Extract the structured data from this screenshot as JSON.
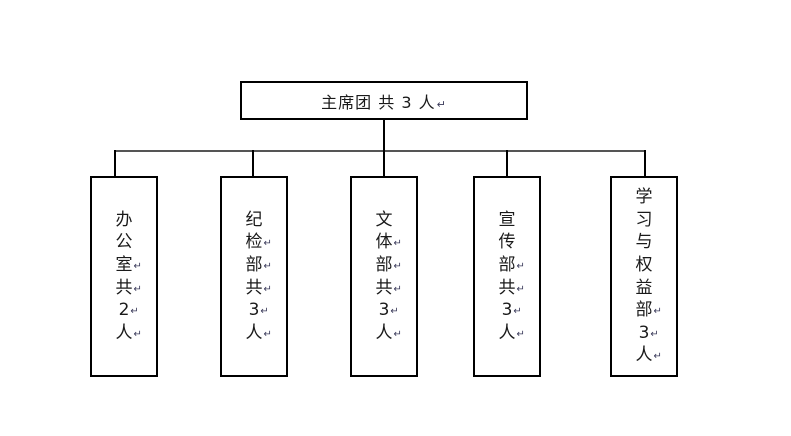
{
  "diagram": {
    "title_text": "主席团 共 3 人",
    "return_mark": "↵",
    "root": {
      "label": "主席团 共 3 人",
      "has_return_mark": true
    },
    "departments": [
      {
        "name": "办公室",
        "headcount_text": "共2人",
        "full_label": "办公室共2人",
        "chars": [
          "办",
          "公",
          "室",
          "共",
          "2",
          "人"
        ],
        "return_after": [
          false,
          false,
          true,
          true,
          true,
          true
        ]
      },
      {
        "name": "纪检部",
        "headcount_text": "共3人",
        "full_label": "纪检部共3人",
        "chars": [
          "纪",
          "检",
          "部",
          "共",
          "3",
          "人"
        ],
        "return_after": [
          false,
          true,
          true,
          true,
          true,
          true
        ]
      },
      {
        "name": "文体部",
        "headcount_text": "共3人",
        "full_label": "文体部共3人",
        "chars": [
          "文",
          "体",
          "部",
          "共",
          "3",
          "人"
        ],
        "return_after": [
          false,
          true,
          true,
          true,
          true,
          true
        ]
      },
      {
        "name": "宣传部",
        "headcount_text": "共3人",
        "full_label": "宣传部共3人",
        "chars": [
          "宣",
          "传",
          "部",
          "共",
          "3",
          "人"
        ],
        "return_after": [
          false,
          false,
          true,
          true,
          true,
          true
        ]
      },
      {
        "name": "学习与权益部",
        "headcount_text": "3人",
        "full_label": "学习与权益部3人",
        "chars": [
          "学",
          "习",
          "与",
          "权",
          "益",
          "部",
          "3",
          "人"
        ],
        "return_after": [
          false,
          false,
          false,
          false,
          false,
          true,
          true,
          true
        ]
      }
    ],
    "colors": {
      "background": "#ffffff",
      "box_border": "#000000",
      "text": "#1a1a1a",
      "connector": "#000000",
      "bus_line": "#555555",
      "return_mark": "#3a3a5a"
    }
  }
}
